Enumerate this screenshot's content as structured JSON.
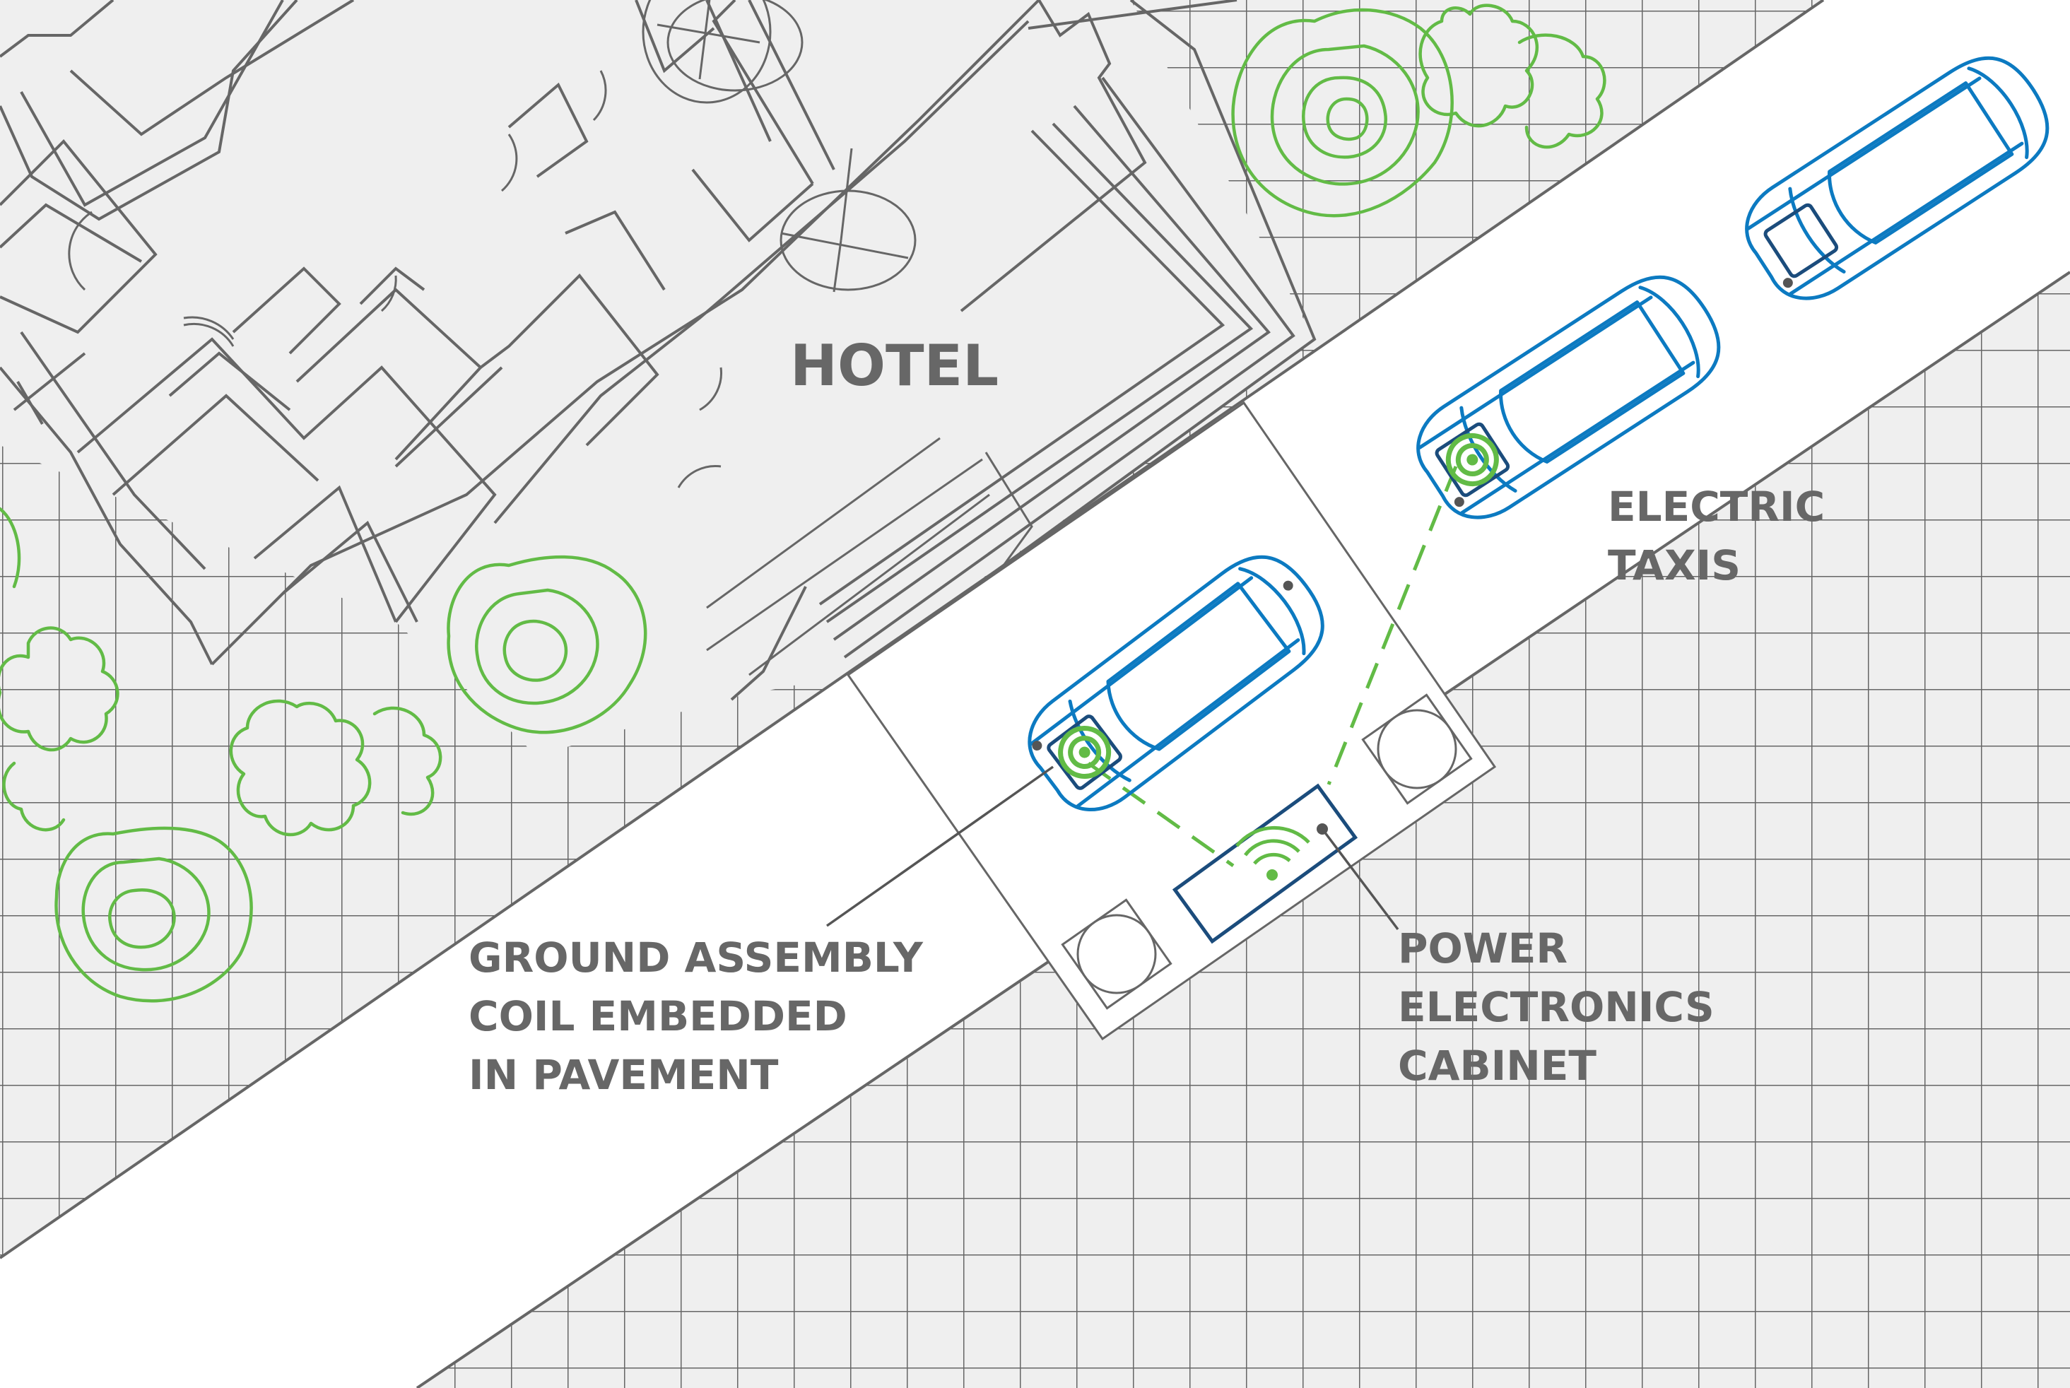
{
  "diagram": {
    "title": "Wireless charging for electric taxis at hotel pick-up zone",
    "labels": {
      "hotel": "HOTEL",
      "electric_taxis": [
        "ELECTRIC",
        "TAXIS"
      ],
      "ground_assembly": [
        "GROUND ASSEMBLY",
        "COIL EMBEDDED",
        "IN PAVEMENT"
      ],
      "power_cabinet": [
        "POWER",
        "ELECTRONICS",
        "CABINET"
      ]
    },
    "components": [
      {
        "id": "taxi-1",
        "type": "electric-taxi",
        "charging": true
      },
      {
        "id": "taxi-2",
        "type": "electric-taxi",
        "charging": true
      },
      {
        "id": "taxi-3",
        "type": "electric-taxi",
        "charging": false
      },
      {
        "id": "cabinet",
        "type": "power-electronics-cabinet",
        "icon": "wireless-signal-icon"
      }
    ],
    "connections": [
      {
        "from": "cabinet",
        "to": "taxi-1",
        "style": "dashed"
      },
      {
        "from": "cabinet",
        "to": "taxi-2",
        "style": "dashed"
      }
    ],
    "colors": {
      "background": "#efefef",
      "road": "#ffffff",
      "linework": "#666666",
      "text": "#676767",
      "vehicle": "#0c7ac1",
      "receiver_pad": "#1b4c7c",
      "wireless_power": "#62bb46",
      "vegetation": "#62bb46"
    }
  }
}
